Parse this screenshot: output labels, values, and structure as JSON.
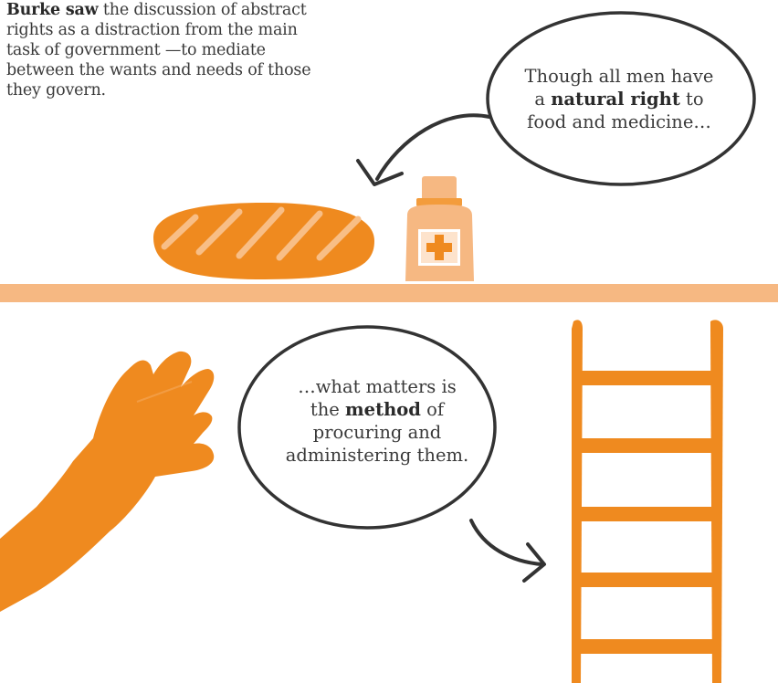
{
  "caption": {
    "bold": "Burke saw",
    "text": " the discussion of abstract rights as a distraction from the main task of government —to mediate between the wants and needs of those they govern."
  },
  "bubble_top": {
    "line1": "Though all men have",
    "pre": "a ",
    "bold": "natural right",
    "post": " to",
    "line3": "food and medicine…"
  },
  "bubble_bottom": {
    "line1": "…what matters is",
    "pre": "the ",
    "bold": "method",
    "post": " of",
    "line3": "procuring and",
    "line4": "administering them."
  },
  "colors": {
    "orange_dark": "#ef8a1f",
    "orange_mid": "#f39c3c",
    "orange_light": "#f8be86",
    "shelf": "#f6b882",
    "outline": "#333333"
  }
}
